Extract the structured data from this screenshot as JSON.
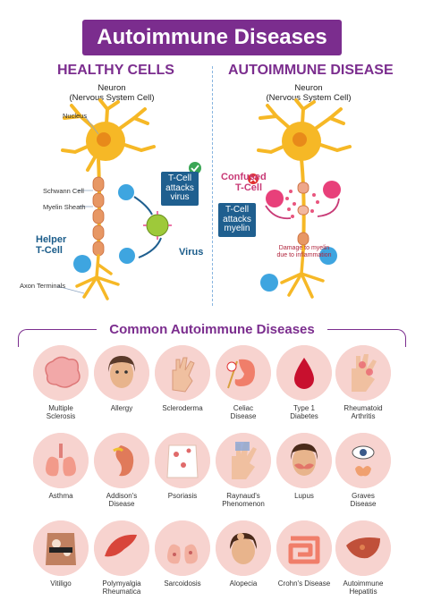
{
  "title": "Autoimmune Diseases",
  "healthy": {
    "heading": "HEALTHY CELLS",
    "neuron_line1": "Neuron",
    "neuron_line2": "(Nervous System Cell)",
    "nucleus": "Nucleus",
    "schwann": "Schwann Cell",
    "myelin": "Myelin Sheath",
    "helper_line1": "Helper",
    "helper_line2": "T-Cell",
    "axon": "Axon Terminals",
    "tcell_line1": "T-Cell",
    "tcell_line2": "attacks",
    "tcell_line3": "virus",
    "virus": "Virus"
  },
  "autoimmune": {
    "heading": "AUTOIMMUNE DISEASE",
    "neuron_line1": "Neuron",
    "neuron_line2": "(Nervous System Cell)",
    "confused_line1": "Confused",
    "confused_line2": "T-Cell",
    "tcell_line1": "T-Cell",
    "tcell_line2": "attacks",
    "tcell_line3": "myelin",
    "damage_line1": "Damage to myelin",
    "damage_line2": "due to inflammation"
  },
  "common_heading": "Common Autoimmune Diseases",
  "diseases": [
    {
      "line1": "Multiple",
      "line2": "Sclerosis",
      "icon": "brain-icon"
    },
    {
      "line1": "Allergy",
      "line2": "",
      "icon": "face-icon"
    },
    {
      "line1": "Scleroderma",
      "line2": "",
      "icon": "hand-icon"
    },
    {
      "line1": "Celiac",
      "line2": "Disease",
      "icon": "stomach-wheat-icon"
    },
    {
      "line1": "Type 1",
      "line2": "Diabetes",
      "icon": "blood-drop-icon"
    },
    {
      "line1": "Rheumatoid",
      "line2": "Arthritis",
      "icon": "inflamed-hand-icon"
    },
    {
      "line1": "Asthma",
      "line2": "",
      "icon": "lungs-icon"
    },
    {
      "line1": "Addison's",
      "line2": "Disease",
      "icon": "kidney-icon"
    },
    {
      "line1": "Psoriasis",
      "line2": "",
      "icon": "skin-patches-icon"
    },
    {
      "line1": "Raynaud's",
      "line2": "Phenomenon",
      "icon": "blue-fingers-icon"
    },
    {
      "line1": "Lupus",
      "line2": "",
      "icon": "butterfly-rash-icon"
    },
    {
      "line1": "Graves",
      "line2": "Disease",
      "icon": "eye-thyroid-icon"
    },
    {
      "line1": "Vitiligo",
      "line2": "",
      "icon": "vitiligo-icon"
    },
    {
      "line1": "Polymyalgia",
      "line2": "Rheumatica",
      "icon": "muscle-icon"
    },
    {
      "line1": "Sarcoidosis",
      "line2": "",
      "icon": "lungs-nodules-icon"
    },
    {
      "line1": "Alopecia",
      "line2": "",
      "icon": "hair-loss-icon"
    },
    {
      "line1": "Crohn's Disease",
      "line2": "",
      "icon": "intestine-icon"
    },
    {
      "line1": "Autoimmune",
      "line2": "Hepatitis",
      "icon": "liver-icon"
    }
  ],
  "colors": {
    "purple": "#7b2d8e",
    "blue": "#1f5f8f",
    "pink": "#c83a76",
    "circle_bg": "#f7d3cf",
    "neuron_yellow": "#f6b826"
  }
}
